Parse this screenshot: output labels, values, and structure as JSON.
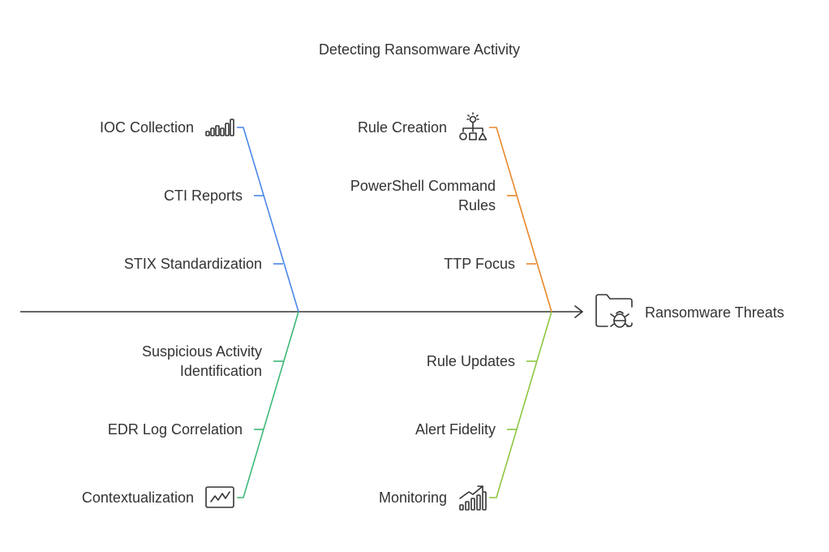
{
  "title": "Detecting Ransomware Activity",
  "head": {
    "label": "Ransomware Threats",
    "icon": "folder-bug-icon"
  },
  "colors": {
    "spine": "#333333",
    "blue": "#4a86e8",
    "orange": "#e8872a",
    "green": "#3cb878",
    "lime": "#8dc63f",
    "text": "#333333"
  },
  "branches": [
    {
      "id": "upper-left",
      "color": "#4a86e8",
      "items": [
        "IOC Collection",
        "CTI Reports",
        "STIX Standardization"
      ],
      "icon": "bar-chart-icon"
    },
    {
      "id": "upper-right",
      "color": "#e8872a",
      "items": [
        "Rule Creation",
        "PowerShell Command\nRules",
        "TTP Focus"
      ],
      "icon": "lightbulb-shapes-icon"
    },
    {
      "id": "lower-left",
      "color": "#3cb878",
      "items": [
        "Suspicious Activity\nIdentification",
        "EDR Log Correlation",
        "Contextualization"
      ],
      "icon": "line-chart-icon"
    },
    {
      "id": "lower-right",
      "color": "#8dc63f",
      "items": [
        "Rule Updates",
        "Alert Fidelity",
        "Monitoring"
      ],
      "icon": "growth-chart-icon"
    }
  ]
}
